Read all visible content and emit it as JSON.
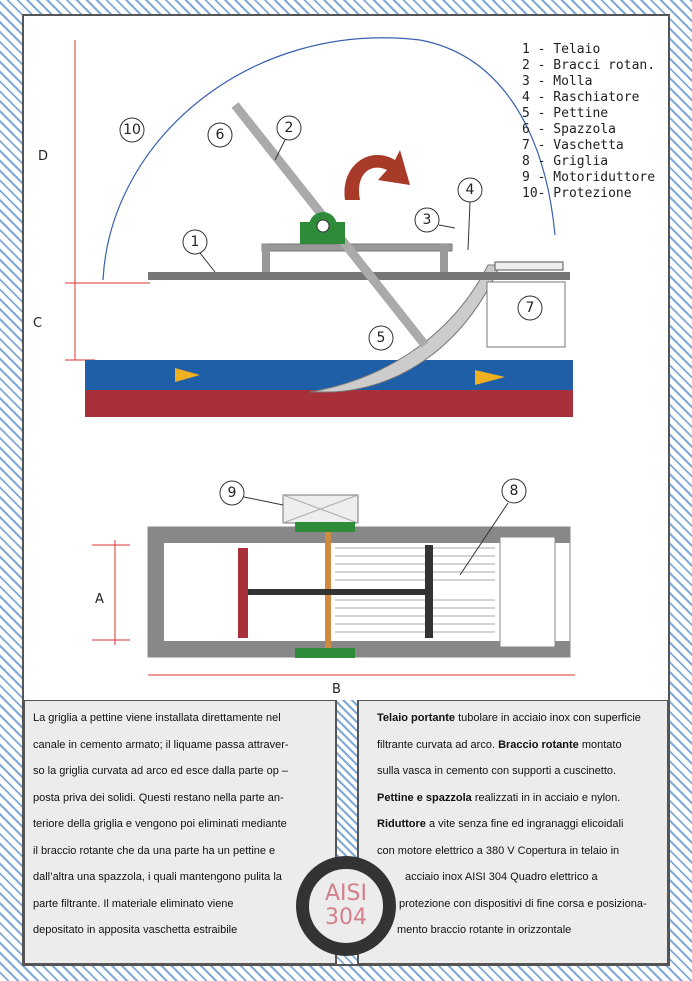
{
  "legend": [
    "1 - Telaio",
    "2 - Bracci rotan.",
    "3 - Molla",
    "4 - Raschiatore",
    "5 - Pettine",
    "6 - Spazzola",
    "7 - Vaschetta",
    "8 - Griglia",
    "9 - Motoriduttore",
    "10- Protezione"
  ],
  "callouts": [
    "1",
    "2",
    "3",
    "4",
    "5",
    "6",
    "7",
    "8",
    "9",
    "10"
  ],
  "dimensions": {
    "d": "D",
    "c": "C",
    "a": "A",
    "b": "B"
  },
  "text_left": [
    "La griglia a pettine viene installata direttamente nel",
    "canale in cemento armato; il liquame passa attraver-",
    "so la griglia curvata ad arco ed esce dalla parte op –",
    "posta priva dei solidi. Questi restano nella parte an-",
    "teriore della griglia e vengono poi eliminati mediante",
    " il braccio rotante che da una parte ha un pettine   e",
    "dall’altra una spazzola, i  quali mantengono pulita la",
    "parte filtrante. Il materiale eliminato viene",
    " depositato  in apposita vaschetta estraibile"
  ],
  "text_right": {
    "l1_bold": "Telaio portante",
    "l1": " tubolare in acciaio inox con superficie",
    "l2a": " filtrante curvata ad arco. ",
    "l2_bold": "Braccio rotante",
    "l2b": " montato",
    "l3": "sulla vasca in cemento con supporti a cuscinetto.",
    "l4_bold": "Pettine e spazzola",
    "l4": " realizzati in  in acciaio e nylon.",
    "l5_bold": "Riduttore",
    "l5": " a vite senza fine ed ingranaggi elicoidali",
    "l6": "con motore elettrico  a 380 V Copertura in telaio in",
    "l7": "acciaio inox AISI 304 Quadro elettrico a",
    "l8": "protezione con dispositivi di fine corsa e posiziona-",
    "l9": "mento braccio  rotante in orizzontale"
  },
  "stamp": {
    "line1": "AISI",
    "line2": "304"
  },
  "colors": {
    "water": "#1f5fa8",
    "channel": "#a8303a",
    "motor": "#2e8b3a",
    "arrow": "#a83a2a",
    "flow_arrow": "#f0b020",
    "hatch": "#7fa9d8"
  }
}
